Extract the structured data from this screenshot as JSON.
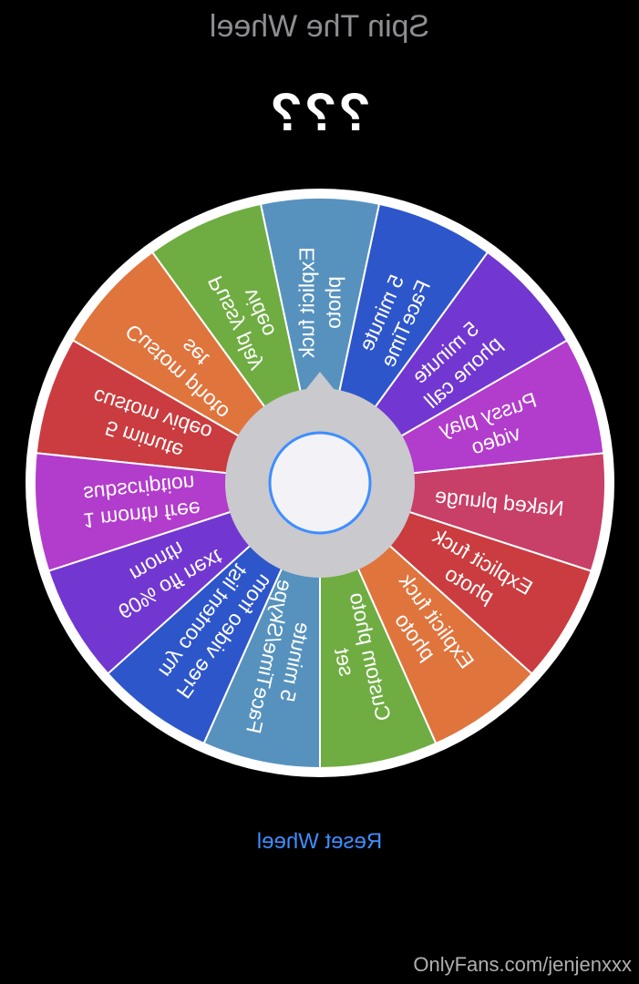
{
  "header": {
    "title": "Spin The Wheel",
    "result": "???"
  },
  "wheel": {
    "segments": [
      {
        "label": [
          "Explicit fuck",
          "photo"
        ],
        "color": "#5792be"
      },
      {
        "label": [
          "Pussy play",
          "video"
        ],
        "color": "#6fad42"
      },
      {
        "label": [
          "Custom photo",
          "set"
        ],
        "color": "#e0743d"
      },
      {
        "label": [
          "5 minute",
          "custom video"
        ],
        "color": "#ca3c3f"
      },
      {
        "label": [
          "1 month free",
          "subscription"
        ],
        "color": "#b23ccc"
      },
      {
        "label": [
          "60% off next",
          "month"
        ],
        "color": "#7237d0"
      },
      {
        "label": [
          "Free video from",
          "my content list"
        ],
        "color": "#2e56cb"
      },
      {
        "label": [
          "5 minute",
          "FaceTime/Skype"
        ],
        "color": "#5792be"
      },
      {
        "label": [
          "Custom photo",
          "set"
        ],
        "color": "#6fad42"
      },
      {
        "label": [
          "Explicit fuck",
          "photo"
        ],
        "color": "#e0743d"
      },
      {
        "label": [
          "Explicit fuck",
          "photo"
        ],
        "color": "#ca3c3f"
      },
      {
        "label": [
          "Naked plunge"
        ],
        "color": "#c83f68"
      },
      {
        "label": [
          "Pussy play",
          "video"
        ],
        "color": "#b23ccc"
      },
      {
        "label": [
          "5 minute",
          "phone call"
        ],
        "color": "#7237d0"
      },
      {
        "label": [
          "5 minute",
          "FaceTime"
        ],
        "color": "#2e56cb"
      }
    ],
    "rim_color": "#ffffff",
    "hub_color": "#c9c9ce",
    "center_ring_color": "#3d8eff",
    "center_fill": "#f2f2f7"
  },
  "controls": {
    "reset_label": "Reset Wheel"
  },
  "footer": {
    "watermark": "OnlyFans.com/jenjenxxx"
  }
}
